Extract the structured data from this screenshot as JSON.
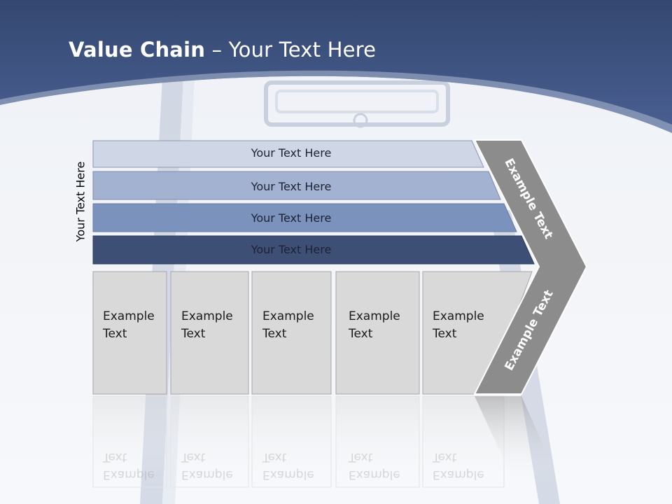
{
  "slide": {
    "title_bold": "Value Chain",
    "title_rest": " – Your Text Here",
    "vertical_label": "Your Text Here"
  },
  "bars": [
    {
      "label": "Your Text Here",
      "color": "#cfd6e6"
    },
    {
      "label": "Your Text Here",
      "color": "#a3b2d0"
    },
    {
      "label": "Your Text Here",
      "color": "#7b92bd"
    },
    {
      "label": "Your Text Here",
      "color": "#3d4f75"
    }
  ],
  "boxes": [
    {
      "line1": "Example",
      "line2": "Text"
    },
    {
      "line1": "Example",
      "line2": "Text"
    },
    {
      "line1": "Example",
      "line2": "Text"
    },
    {
      "line1": "Example",
      "line2": "Text"
    },
    {
      "line1": "Example",
      "line2": "Text"
    }
  ],
  "chevron": {
    "top_label": "Example Text",
    "bottom_label": "Example Text",
    "color": "#8c8c8c"
  },
  "colors": {
    "header": "#3f5583",
    "box_fill": "#d9d9d9",
    "box_border": "#a6a6a6"
  }
}
